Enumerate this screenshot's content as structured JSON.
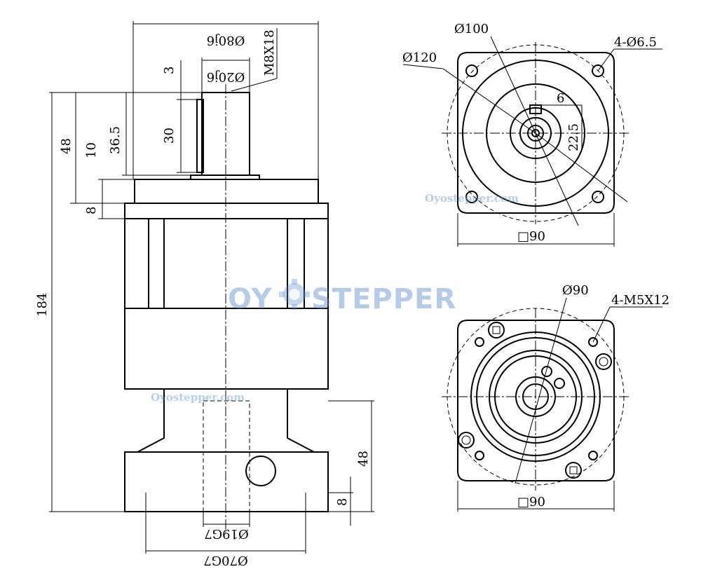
{
  "side_view": {
    "dims": {
      "d_80j6": "Ø80j6",
      "m8x18": "M8X18",
      "d_20j6": "Ø20j6",
      "h3": "3",
      "h30": "30",
      "h36_5": "36.5",
      "h10": "10",
      "h48_top": "48",
      "h8_top": "8",
      "h184": "184",
      "h48_bottom": "48",
      "h8_bottom": "8",
      "d_19g7": "Ø19G7",
      "d_70g7": "Ø70G7"
    }
  },
  "output_flange_view": {
    "dims": {
      "d100": "Ø100",
      "d120": "Ø120",
      "holes": "4-Ø6.5",
      "key6": "6",
      "h22_5": "22.5",
      "sq90": "□90"
    }
  },
  "input_flange_view": {
    "dims": {
      "d90": "Ø90",
      "holes": "4-M5X12",
      "sq90": "□90"
    }
  },
  "watermarks": {
    "brand_left": "OY",
    "brand_right": "STEPPER",
    "site_1": "Oyostepper.com",
    "site_2": "Oyostepper.com"
  },
  "colors": {
    "line": "#000000",
    "watermark": "#5e8fc9"
  }
}
